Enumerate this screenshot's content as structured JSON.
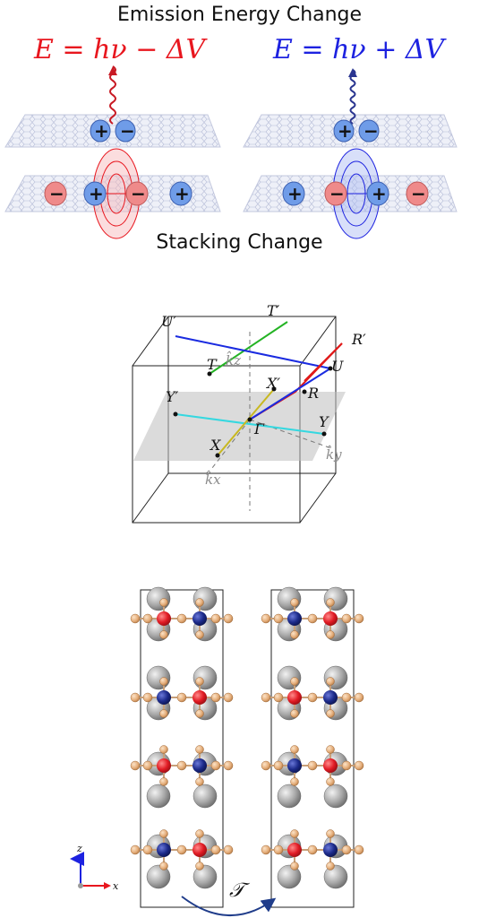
{
  "panel_a": {
    "title": "Emission Energy Change",
    "subtitle": "Stacking Change",
    "equation_left": "E = hν − ΔV",
    "equation_right": "E = hν + ΔV",
    "plus": "+",
    "minus": "−",
    "colors": {
      "red": "#e8161e",
      "blue": "#1d22e0",
      "pink_charge": "#ef8a8a",
      "blue_charge": "#6f9ce8"
    }
  },
  "panel_b": {
    "labels": {
      "U_prime": "U′",
      "T_prime": "T′",
      "R_prime": "R′",
      "kz": "k̂z",
      "T": "T",
      "U": "U",
      "X_prime": "X′",
      "Y_prime": "Y′",
      "R": "R",
      "Y": "Y",
      "Gamma": "Γ",
      "X": "X",
      "ky": "k̂y",
      "kx": "k̂x"
    },
    "colors": {
      "UU": "#1a2be0",
      "TT": "#24b324",
      "RR": "#e01a1a",
      "XX": "#c8b820",
      "YY": "#35d8e0"
    }
  },
  "panel_c": {
    "axis_z": "z",
    "axis_x": "x",
    "operator": "𝒯",
    "colors": {
      "cation_red": "#e11b24",
      "cation_blue": "#1c2a8a",
      "large_atom": "#a7a7a7",
      "small_atom": "#e4ac78"
    }
  }
}
